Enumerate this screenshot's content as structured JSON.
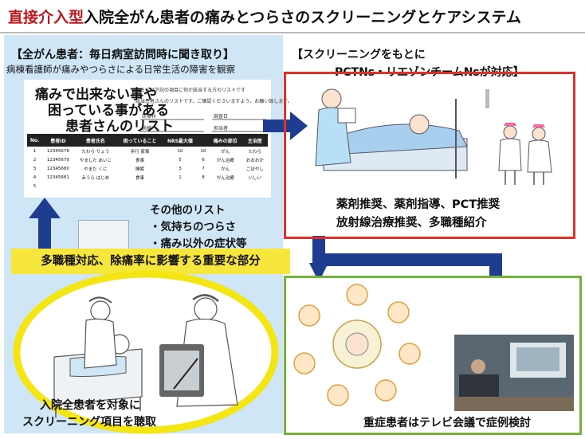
{
  "title": {
    "highlight": "直接介入型",
    "rest": "入院全がん患者の痛みとつらさのスクリーニングとケアシステム"
  },
  "left_header": {
    "line1": "【全がん患者：毎日病室訪問時に聞き取り】",
    "line2": "病棟看護師が痛みやつらさによる日常生活の障害を観察"
  },
  "right_header": {
    "line1": "【スクリーニングをもとに",
    "line2": "PCTNs・リエゾンチームNsが対応】"
  },
  "document": {
    "title_1": "痛みで出来ない事や",
    "title_2": "困っている事がある",
    "title_3": "患者さんのリスト",
    "note_1": "こちらは下記の項目に何か該当する方のリストです",
    "note_2": "該当患者さんのリストです。ご確認くださいますよう、お願い致します。",
    "field_dept": "診療科",
    "field_date": "調査日",
    "field_ward": "病棟",
    "field_staff": "担当者",
    "columns": [
      "No.",
      "患者ID",
      "患者氏名",
      "困っていること",
      "NRS最大値",
      "",
      "痛みの部位",
      "主治医"
    ],
    "rows": [
      [
        "1",
        "12345678",
        "たわら りょう",
        "歩行 家事",
        "10",
        "10",
        "がん",
        "たわら"
      ],
      [
        "2",
        "12345679",
        "やました あいこ",
        "食事",
        "5",
        "6",
        "がん治療",
        "おおおか"
      ],
      [
        "3",
        "12345680",
        "やまだ くに",
        "睡眠",
        "3",
        "7",
        "がん",
        "ごぼやし"
      ],
      [
        "4",
        "12345681",
        "みうら はじめ",
        "食事",
        "1",
        "8",
        "がん治療",
        "いしい"
      ],
      [
        "5",
        "",
        "",
        "",
        "",
        "",
        "",
        ""
      ]
    ]
  },
  "other_list": {
    "heading": "その他のリスト",
    "item1": "・気持ちのつらさ",
    "item2": "・痛み以外の症状等"
  },
  "highlight_bar": "多職種対応、除痛率に影響する重要な部分",
  "ellipse_caption": {
    "line1": "入院全患者を対象に",
    "line2": "スクリーニング項目を聴取"
  },
  "red_box_text": {
    "line1": "薬剤推奨、薬剤指導、PCT推奨",
    "line2": "放射線治療推奨、多職種紹介"
  },
  "green_caption": "重症患者はテレビ会議で症例検討",
  "colors": {
    "title_highlight": "#c0181f",
    "left_bg": "#cfe6f7",
    "arrow": "#1f3d8f",
    "highlight_yellow": "#f7e63b",
    "red_box": "#e0302a",
    "green_box": "#72b43a"
  }
}
